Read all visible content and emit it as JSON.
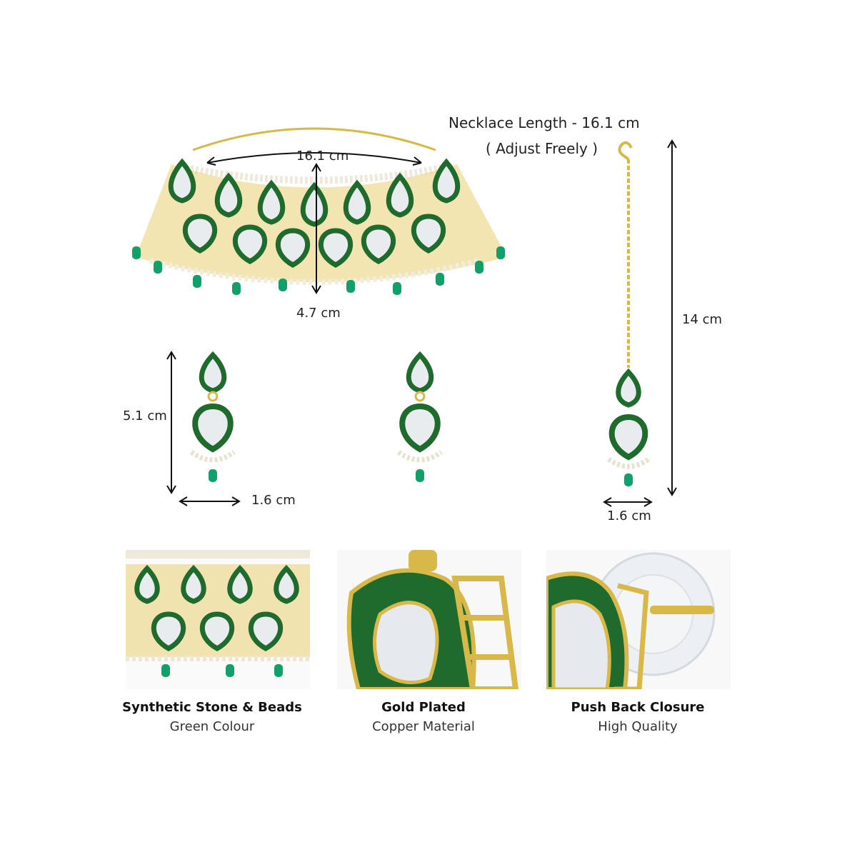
{
  "necklace": {
    "length_title": "Necklace Length - 16.1 cm",
    "adjust_note": "( Adjust Freely )",
    "width_label": "16.1 cm",
    "height_label": "4.7 cm"
  },
  "earring": {
    "height_label": "5.1 cm",
    "width_label": "1.6 cm"
  },
  "maang_tikka": {
    "height_label": "14 cm",
    "width_label": "1.6 cm"
  },
  "features": [
    {
      "title": "Synthetic Stone & Beads",
      "subtitle": "Green Colour"
    },
    {
      "title": "Gold Plated",
      "subtitle": "Copper Material"
    },
    {
      "title": "Push Back Closure",
      "subtitle": "High Quality"
    }
  ],
  "colors": {
    "gold": "#d9b84a",
    "green_enamel": "#1f6b2e",
    "green_bead": "#12a06a",
    "kundan": "#e9ecef"
  }
}
